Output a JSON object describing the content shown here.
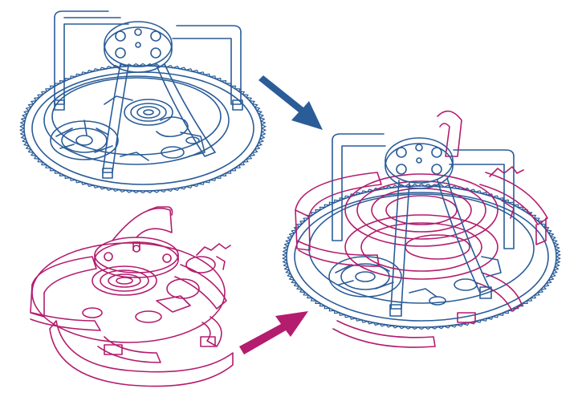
{
  "colors": {
    "blue": "#2a5c98",
    "magenta": "#b41c6e",
    "background": "#ffffff"
  },
  "figure": {
    "panels": [
      {
        "name": "blue-tourbillon-cage",
        "color": "blue"
      },
      {
        "name": "magenta-tourbillon-cage",
        "color": "magenta"
      },
      {
        "name": "combined-double-tourbillon",
        "color": "mixed"
      }
    ],
    "arrows": [
      {
        "name": "blue-arrow",
        "color": "blue",
        "direction": "down-right"
      },
      {
        "name": "magenta-arrow",
        "color": "magenta",
        "direction": "up-right"
      }
    ]
  }
}
